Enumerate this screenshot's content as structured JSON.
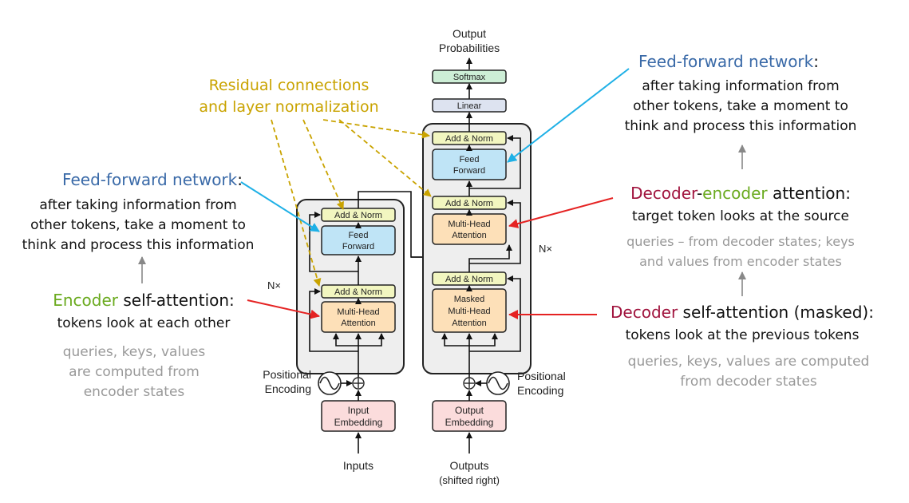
{
  "colors": {
    "feedforward_title": "#3a6aa8",
    "residual": "#c9a300",
    "encoder_green": "#6aaa1e",
    "decoder_red": "#a0133d",
    "gray": "#999999",
    "blue_arrow": "#1eb0e6",
    "red_arrow": "#e52222",
    "add_norm_fill": "#f2f6c0",
    "ff_fill": "#bfe4f6",
    "attention_fill": "#fde0b8",
    "embedding_fill": "#fbdcdc",
    "linear_fill": "#dde3f0",
    "softmax_fill": "#cdeed6",
    "block_fill": "#eeeeee"
  },
  "diagram": {
    "output_probabilities": [
      "Output",
      "Probabilities"
    ],
    "softmax": "Softmax",
    "linear": "Linear",
    "add_norm": "Add & Norm",
    "feed_forward": [
      "Feed",
      "Forward"
    ],
    "multi_head_attention": [
      "Multi-Head",
      "Attention"
    ],
    "masked_multi_head_attention": [
      "Masked",
      "Multi-Head",
      "Attention"
    ],
    "nx": "N×",
    "positional_encoding": [
      "Positional",
      "Encoding"
    ],
    "input_embedding": [
      "Input",
      "Embedding"
    ],
    "output_embedding": [
      "Output",
      "Embedding"
    ],
    "inputs": "Inputs",
    "outputs": [
      "Outputs",
      "(shifted right)"
    ],
    "plus": "+"
  },
  "annotations": {
    "residual": [
      "Residual connections",
      "and layer normalization"
    ],
    "ff_left": {
      "title": "Feed-forward network",
      "colon": ":",
      "body": [
        "after taking information from",
        "other tokens, take a moment to",
        "think and process this information"
      ]
    },
    "ff_right": {
      "title": "Feed-forward network",
      "colon": ":",
      "body": [
        "after taking information from",
        "other tokens, take a moment to",
        "think and process this information"
      ]
    },
    "encoder_self": {
      "keyword": "Encoder",
      "rest": " self-attention:",
      "line2": "tokens look at each other",
      "gray": [
        "queries, keys, values",
        "are computed from",
        "encoder states"
      ]
    },
    "dec_enc": {
      "kw1": "Decoder",
      "dash": "-",
      "kw2": "encoder",
      "rest": " attention:",
      "line2": "target token looks at the source",
      "gray": [
        "queries – from decoder states; keys",
        "and values from encoder states"
      ]
    },
    "dec_self": {
      "keyword": "Decoder",
      "rest": " self-attention (masked):",
      "line2": "tokens look at the previous tokens",
      "gray": [
        "queries, keys, values are computed",
        "from decoder states"
      ]
    }
  }
}
